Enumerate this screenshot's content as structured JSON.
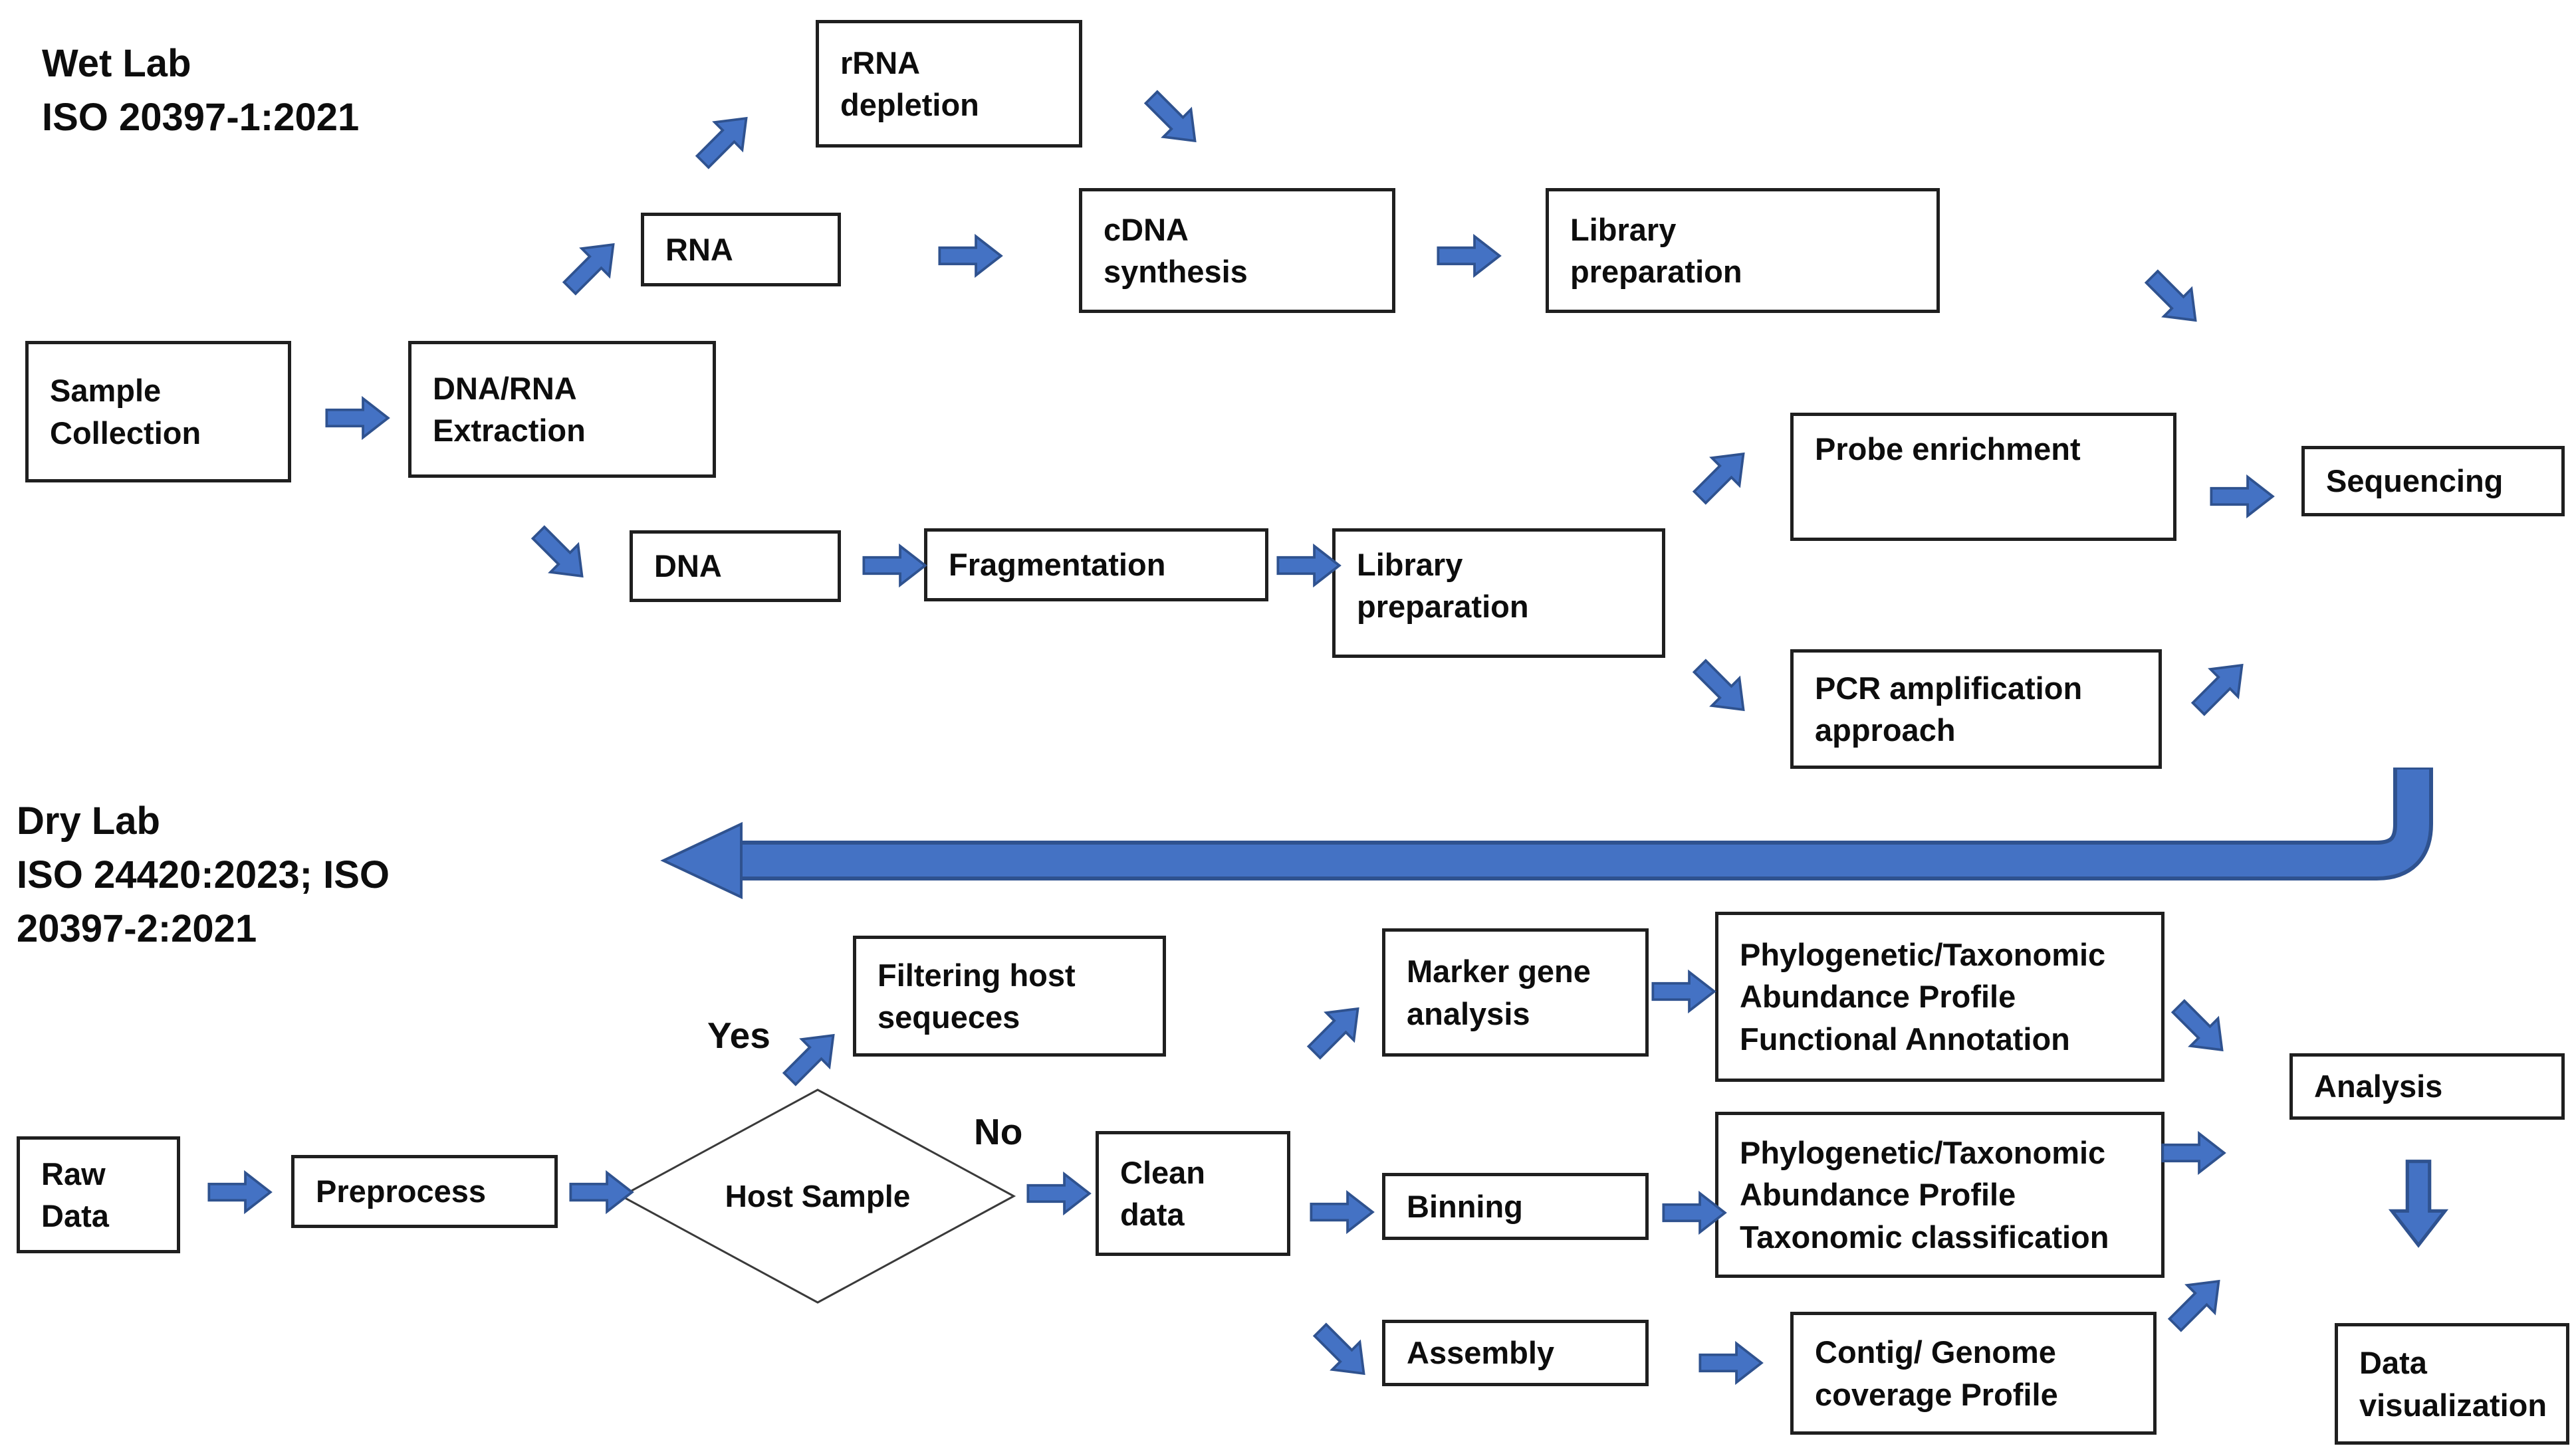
{
  "titles": {
    "wet_lab": "Wet Lab\nISO 20397-1:2021",
    "dry_lab": "Dry Lab\nISO 24420:2023; ISO\n20397-2:2021"
  },
  "labels": {
    "yes": "Yes",
    "no": "No"
  },
  "nodes": {
    "sample_collection": "Sample\nCollection",
    "dna_rna_extraction": "DNA/RNA\nExtraction",
    "rna": "RNA",
    "rrna_depletion": "rRNA\ndepletion",
    "cdna_synthesis": "cDNA\nsynthesis",
    "library_preparation_rna": "Library\npreparation",
    "dna": "DNA",
    "fragmentation": "Fragmentation",
    "library_preparation_dna": "Library\npreparation",
    "probe_enrichment": "Probe enrichment",
    "pcr_amplification": "PCR amplification\napproach",
    "sequencing": "Sequencing",
    "raw_data": "Raw\nData",
    "preprocess": "Preprocess",
    "host_sample_decision": "Host\nSample",
    "filtering_host_sequences": "Filtering host\nsequeces",
    "clean_data": "Clean\ndata",
    "marker_gene_analysis": "Marker gene\nanalysis",
    "phylo_functional": "Phylogenetic/Taxonomic\nAbundance Profile\nFunctional Annotation",
    "binning": "Binning",
    "phylo_taxonomic": "Phylogenetic/Taxonomic\nAbundance Profile\nTaxonomic classification",
    "assembly": "Assembly",
    "contig_genome": "Contig/ Genome\ncoverage Profile",
    "analysis": "Analysis",
    "data_visualization": "Data\nvisualization"
  },
  "colors": {
    "arrow_fill": "#4472C4",
    "arrow_outline": "#2F528F",
    "box_border": "#1f1f1f",
    "text": "#0d0d0d"
  }
}
